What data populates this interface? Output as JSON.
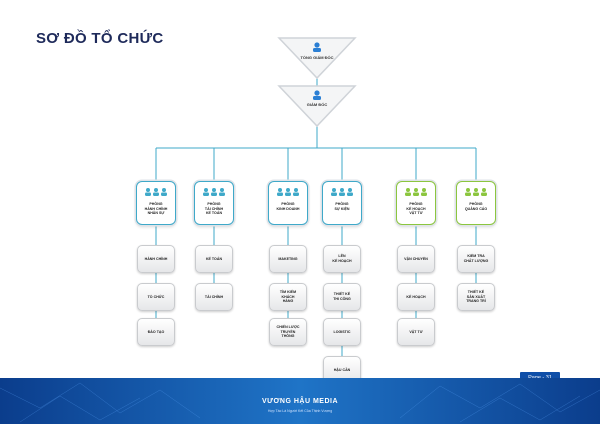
{
  "page_title": "SƠ ĐỒ TỔ CHỨC",
  "ceo": "TỔNG GIÁM ĐỐC",
  "director": "GIÁM ĐỐC",
  "departments": [
    {
      "label": "PHÒNG\nHÀNH CHÍNH\nNHÂN SỰ",
      "style": "blue",
      "color": "#3fa9c9",
      "subs": [
        "HÀNH CHÍNH",
        "TỔ CHỨC",
        "ĐÀO TẠO"
      ]
    },
    {
      "label": "PHÒNG\nTÀI CHÍNH\nKẾ TOÁN",
      "style": "blue",
      "color": "#3fa9c9",
      "subs": [
        "KẾ TOÁN",
        "TÀI CHÍNH"
      ]
    },
    {
      "label": "PHÒNG\nKINH DOANH",
      "style": "blue",
      "color": "#3fa9c9",
      "subs": [
        "MAKETING",
        "TÌM KIẾM\nKHÁCH\nHÀNG",
        "CHIẾN LƯỢC\nTRUYỀN\nTHÔNG"
      ]
    },
    {
      "label": "PHÒNG\nSỰ KIỆN",
      "style": "blue",
      "color": "#3fa9c9",
      "subs": [
        "LÊN\nKẾ HOẠCH",
        "THIẾT KẾ\nTHI CÔNG",
        "LOGISTIC",
        "HẬU CẦN"
      ]
    },
    {
      "label": "PHÒNG\nKẾ HOẠCH\nVẬT TƯ",
      "style": "green",
      "color": "#8cc63f",
      "subs": [
        "VẬN CHUYỂN",
        "KẾ HOẠCH",
        "VẬT TƯ"
      ]
    },
    {
      "label": "PHÒNG\nQUẢNG CÁO",
      "style": "green",
      "color": "#8cc63f",
      "subs": [
        "KIỂM TRA\nCHẤT LƯỢNG",
        "THIẾT KẾ\nSẢN XUẤT\nTRANG TRÍ"
      ]
    }
  ],
  "brand": "VƯƠNG HẬU MEDIA",
  "brand_tagline": "Hợp Tác Là Người Kết Của Thịnh Vượng",
  "page_label": "Page - 31",
  "colors": {
    "connector": "#3fa9c9",
    "title": "#1e2a5a",
    "footer": "#0f4fa8"
  }
}
